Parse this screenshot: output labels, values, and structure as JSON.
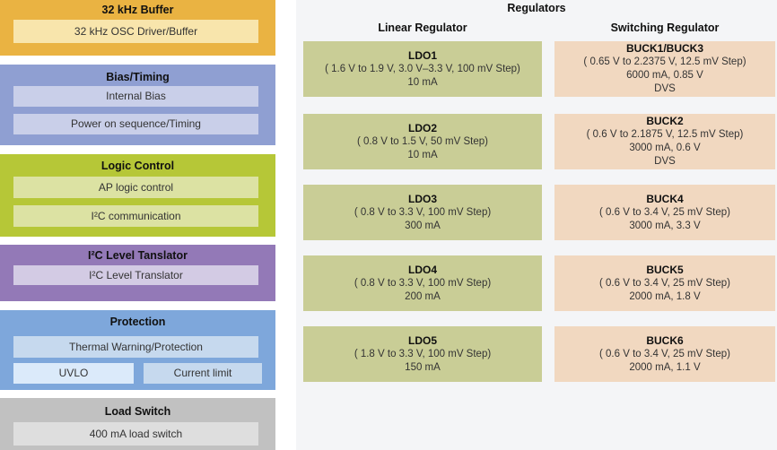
{
  "left_column": {
    "buffer32k": {
      "title": "32 kHz Buffer",
      "box1": "32 kHz OSC Driver/Buffer"
    },
    "bias": {
      "title": "Bias/Timing",
      "box1": "Internal Bias",
      "box2": "Power on sequence/Timing"
    },
    "logic": {
      "title": "Logic Control",
      "box1": "AP logic control",
      "box2": "I²C communication"
    },
    "i2c": {
      "title": "I²C Level Tanslator",
      "box1": "I²C Level Translator"
    },
    "protection": {
      "title": "Protection",
      "box1": "Thermal Warning/Protection",
      "box2a": "UVLO",
      "box2b": "Current limit"
    },
    "loadswitch": {
      "title": "Load Switch",
      "box1": "400 mA load switch"
    }
  },
  "regulators": {
    "title": "Regulators",
    "linear": {
      "header": "Linear Regulator",
      "items": [
        {
          "name": "LDO1",
          "range": "( 1.6 V to 1.9 V, 3.0 V–3.3 V, 100 mV Step)",
          "current": "10 mA"
        },
        {
          "name": "LDO2",
          "range": "( 0.8 V to 1.5 V, 50 mV Step)",
          "current": "10 mA"
        },
        {
          "name": "LDO3",
          "range": "( 0.8 V to 3.3 V, 100 mV Step)",
          "current": "300 mA"
        },
        {
          "name": "LDO4",
          "range": "( 0.8 V to 3.3 V, 100 mV Step)",
          "current": "200 mA"
        },
        {
          "name": "LDO5",
          "range": "( 1.8 V to 3.3 V, 100 mV Step)",
          "current": "150 mA"
        }
      ]
    },
    "switching": {
      "header": "Switching Regulator",
      "items": [
        {
          "name": "BUCK1/BUCK3",
          "range": "( 0.65 V to 2.2375 V, 12.5 mV Step)",
          "current": "6000 mA, 0.85 V",
          "dvs": "DVS"
        },
        {
          "name": "BUCK2",
          "range": "( 0.6 V to 2.1875 V, 12.5 mV Step)",
          "current": "3000 mA, 0.6 V",
          "dvs": "DVS"
        },
        {
          "name": "BUCK4",
          "range": "( 0.6 V to 3.4 V, 25 mV Step)",
          "current": "3000 mA, 3.3 V"
        },
        {
          "name": "BUCK5",
          "range": "( 0.6 V to 3.4 V, 25 mV Step)",
          "current": "2000 mA, 1.8 V"
        },
        {
          "name": "BUCK6",
          "range": "( 0.6 V to 3.4 V, 25 mV Step)",
          "current": "2000 mA, 1.1 V"
        }
      ]
    }
  },
  "colors": {
    "buffer_block": "#eab342",
    "buffer_box": "#f8e5ac",
    "bias_block": "#8f9fd2",
    "bias_box": "#c9cfe9",
    "logic_block": "#b6c737",
    "logic_box": "#dce2a3",
    "i2c_block": "#9379b7",
    "i2c_box": "#d3cbe4",
    "protection_block": "#7ea7db",
    "protection_box": "#c6d9ee",
    "protection_box_light": "#dbeafa",
    "loadswitch_block": "#c1c1c1",
    "loadswitch_box": "#dedede",
    "ldo_card": "#c9cd96",
    "buck_card": "#f1d8c0",
    "panel_bg": "#f4f5f7"
  }
}
